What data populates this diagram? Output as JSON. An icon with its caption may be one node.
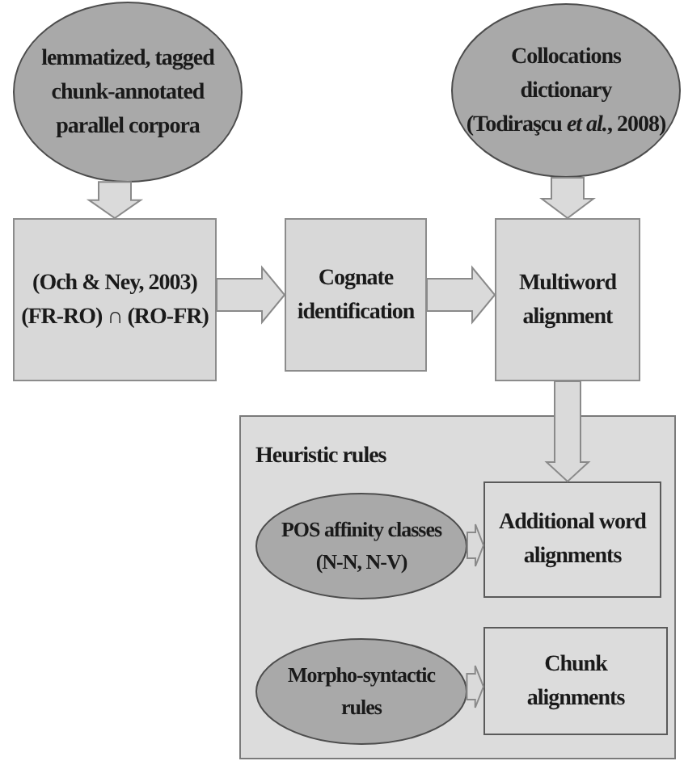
{
  "diagram": {
    "nodes": [
      {
        "text": [
          "lemmatized, tagged chunk-annotated parallel corpora"
        ]
      },
      {
        "text": [
          "Collocations dictionary",
          "(Todiraşcu *et al.*, 2008)"
        ]
      },
      {
        "text": [
          "(Och & Ney, 2003) (FR-RO) ∩ (RO-FR)"
        ]
      },
      {
        "text": [
          "Cognate identification"
        ]
      },
      {
        "text": [
          "Multiword alignment"
        ]
      },
      {
        "text": [
          "Heuristic rules"
        ]
      },
      {
        "text": [
          "POS affinity classes (N-N, N-V)"
        ],
        "in": 5
      },
      {
        "text": [
          "Additional word alignments"
        ],
        "in": 5
      },
      {
        "text": [
          "Morpho-syntactic rules"
        ],
        "in": 5
      },
      {
        "text": [
          "Chunk alignments"
        ],
        "in": 5
      }
    ],
    "edges": [
      {
        "from": 0,
        "to": 2,
        "arrow": "to"
      },
      {
        "from": 1,
        "to": 4,
        "arrow": "to"
      },
      {
        "from": 2,
        "to": 3,
        "arrow": "to"
      },
      {
        "from": 3,
        "to": 4,
        "arrow": "to"
      },
      {
        "from": 4,
        "to": 7,
        "arrow": "to"
      },
      {
        "from": 6,
        "to": 7,
        "arrow": "to"
      },
      {
        "from": 8,
        "to": 9,
        "arrow": "to"
      }
    ]
  }
}
